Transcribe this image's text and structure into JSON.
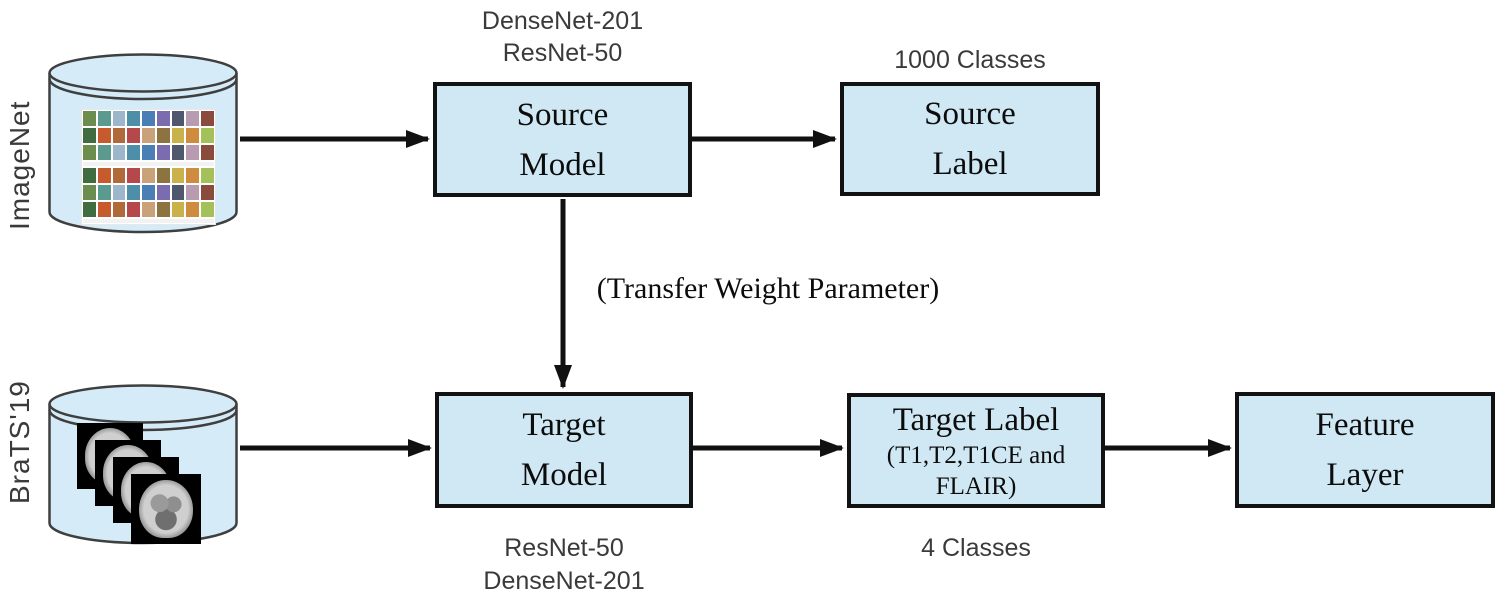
{
  "figure": {
    "background": "#ffffff",
    "node_fill": "#cfe8f4",
    "node_border": "#121212",
    "arrow_color": "#111111",
    "cylinder_fill": "#d5ecf8",
    "cylinder_stroke": "#3f3f3f"
  },
  "datasets": {
    "imagenet": {
      "label": "ImageNet"
    },
    "brats": {
      "label": "BraTS'19"
    }
  },
  "nodes": {
    "source_model": {
      "line1": "Source",
      "line2": "Model",
      "top_label_1": "DenseNet-201",
      "top_label_2": "ResNet-50"
    },
    "source_label": {
      "line1": "Source",
      "line2": "Label",
      "top_label": "1000 Classes"
    },
    "target_model": {
      "line1": "Target",
      "line2": "Model",
      "bottom_label_1": "ResNet-50",
      "bottom_label_2": "DenseNet-201"
    },
    "target_label": {
      "line1": "Target Label",
      "line2": "(T1,T2,T1CE and",
      "line3": "FLAIR)",
      "bottom_label": "4 Classes"
    },
    "feature_layer": {
      "line1": "Feature",
      "line2": "Layer"
    }
  },
  "annotations": {
    "transfer": "(Transfer Weight Parameter)"
  },
  "icons": {
    "imagenet_collage": "imagenet-sample-images",
    "brain_stack": "brain-mri-slices"
  }
}
